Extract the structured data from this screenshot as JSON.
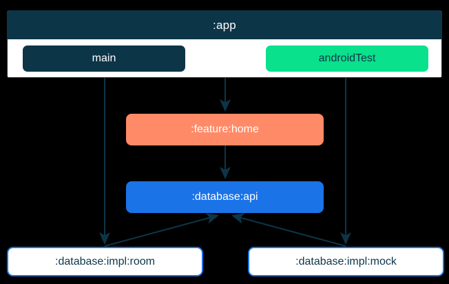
{
  "diagram": {
    "type": "gradle-module-dependency-graph",
    "background_color": "#000000",
    "subgraph": {
      "label": ":app",
      "header_color": "#0d3548",
      "body_color": "#ffffff",
      "border_color": "#0d3548",
      "source_sets": [
        {
          "label": "main",
          "fill": "#0d3548",
          "text_color": "#ffffff"
        },
        {
          "label": "androidTest",
          "fill": "#0ae18c",
          "text_color": "#0d3548"
        }
      ]
    },
    "nodes": [
      {
        "id": "feature-home",
        "label": ":feature:home",
        "fill": "#ff8a67",
        "text_color": "#ffffff"
      },
      {
        "id": "database-api",
        "label": ":database:api",
        "fill": "#1b73e8",
        "text_color": "#ffffff"
      },
      {
        "id": "database-impl-room",
        "label": ":database:impl:room",
        "fill": "#ffffff",
        "border": "#1b73e8",
        "text_color": "#0d3548"
      },
      {
        "id": "database-impl-mock",
        "label": ":database:impl:mock",
        "fill": "#ffffff",
        "border": "#1b73e8",
        "text_color": "#0d3548"
      }
    ],
    "edges": [
      {
        "from": "main",
        "to": "database-impl-room"
      },
      {
        "from": "app",
        "to": "feature-home"
      },
      {
        "from": "androidTest",
        "to": "database-impl-mock"
      },
      {
        "from": "feature-home",
        "to": "database-api"
      },
      {
        "from": "database-impl-room",
        "to": "database-api"
      },
      {
        "from": "database-impl-mock",
        "to": "database-api"
      }
    ],
    "edge_color": "#0d3548"
  }
}
